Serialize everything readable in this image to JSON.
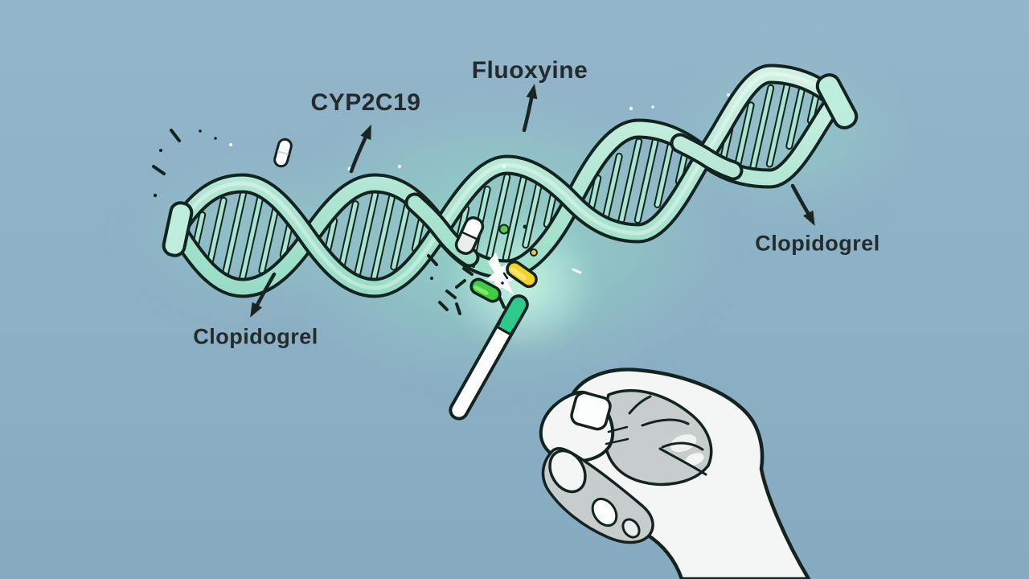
{
  "labels": {
    "gene": "CYP2C19",
    "drug_top": "Fluoxyine",
    "drug_right": "Clopidogrel",
    "drug_left": "Clopidogrel"
  },
  "colors": {
    "background": "#8fb2c6",
    "dna-outline": "#132420",
    "dna-strand-light": "#d2f2e5",
    "dna-strand": "#8fd9c2",
    "dna-rung": "#a8e4d0",
    "dna-cap": "#bdeedd",
    "glow": "#9fe8cf",
    "pill-yellow": "#f2d12b",
    "pill-green": "#3ecb46",
    "pen-tip-green": "#2ec98c",
    "pen-body": "#fcfefd",
    "hand-fill": "#f3f6f5",
    "hand-shade": "#c7cdcc",
    "splash-white": "#fafdfc",
    "label-text": "#232b2c",
    "arrow": "#1b2423"
  }
}
